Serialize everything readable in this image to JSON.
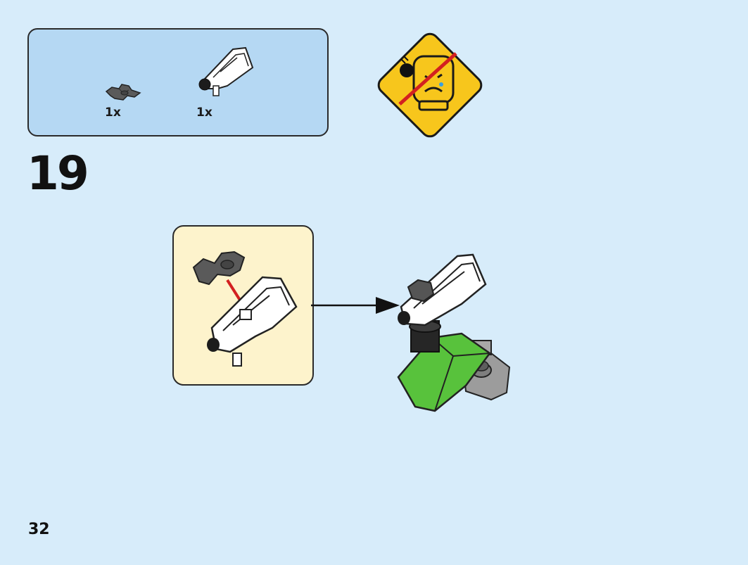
{
  "parts_list": {
    "items": [
      {
        "icon": "dark-gray-clip-piece-icon",
        "quantity": "1x"
      },
      {
        "icon": "white-cannon-piece-icon",
        "quantity": "1x"
      }
    ]
  },
  "step": {
    "number": "19"
  },
  "warning": {
    "icon": "no-projectile-at-face-warning-icon"
  },
  "callout": {
    "icon": "clip-attach-detail-icon"
  },
  "assembly": {
    "icon": "cannon-on-green-base-icon"
  },
  "page": {
    "number": "32"
  },
  "colors": {
    "background": "#d7ecfa",
    "parts_box": "#b5d8f3",
    "callout": "#fdf3cc",
    "warning_yellow": "#f7c61c",
    "lime_green": "#58c23c",
    "arrow_red": "#d32020"
  }
}
